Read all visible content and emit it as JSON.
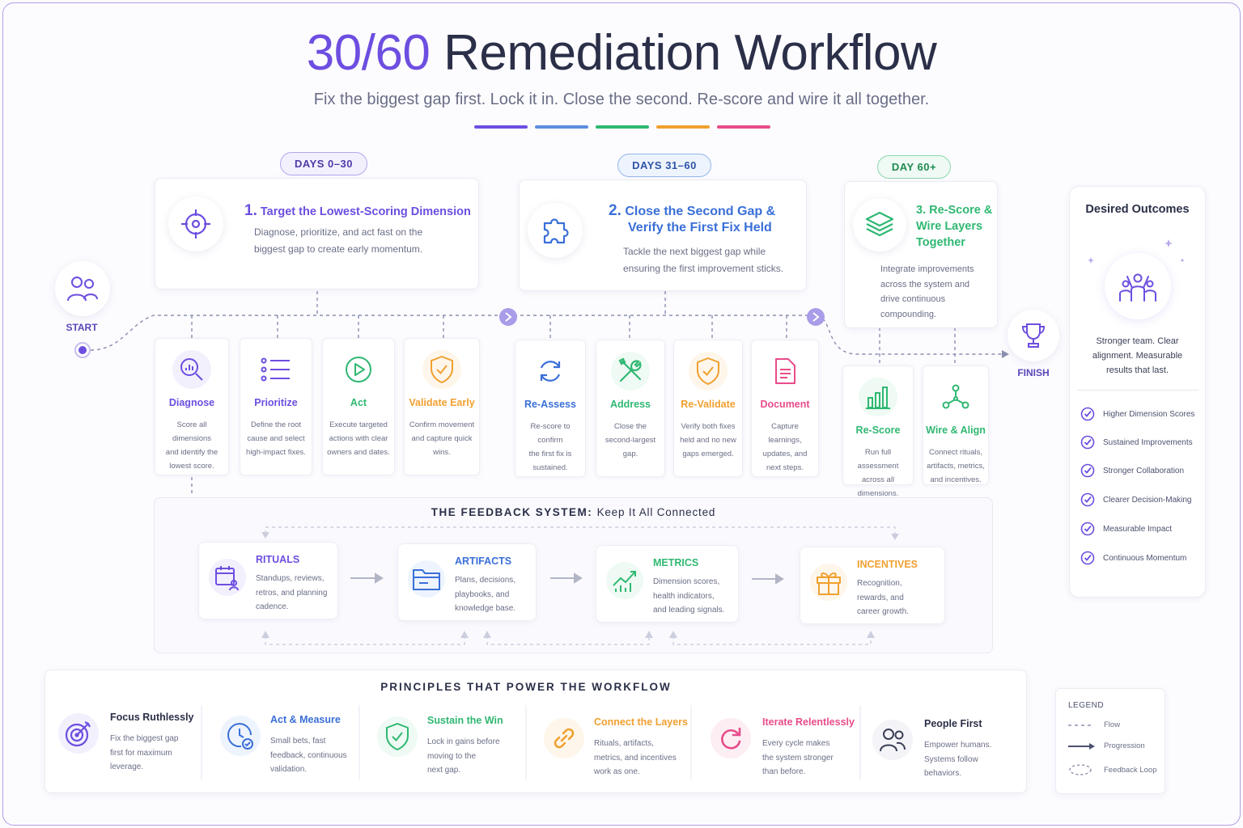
{
  "header": {
    "title_highlight": "30/60",
    "title_rest": "Remediation Workflow",
    "subtitle": "Fix the biggest gap first. Lock it in. Close the second. Re-score and wire it all together.",
    "accent_bars": [
      "#6d4ee0",
      "#5b8ee0",
      "#2fb872",
      "#f0a030",
      "#e84c8a"
    ]
  },
  "flow": {
    "start_label": "START",
    "finish_label": "FINISH"
  },
  "phases": [
    {
      "pill": "DAYS 0–30",
      "num": "1.",
      "title_line1": "Target the Lowest-Scoring Dimension",
      "title_line2": "",
      "desc_line1": "Diagnose, prioritize, and act fast on the",
      "desc_line2": "biggest gap to create early momentum.",
      "desc_line3": "",
      "color": "#6d4ee0",
      "icon": "target-icon"
    },
    {
      "pill": "DAYS 31–60",
      "num": "2.",
      "title_line1": "Close the Second Gap &",
      "title_line2": "Verify the First Fix Held",
      "desc_line1": "Tackle the next biggest gap while",
      "desc_line2": "ensuring the first improvement sticks.",
      "desc_line3": "",
      "color": "#3a6fd8",
      "icon": "puzzle-icon"
    },
    {
      "pill": "DAY 60+",
      "num": "3.",
      "title_line1": "Re-Score &",
      "title_line2": "Wire Layers",
      "title_line3": "Together",
      "desc_line1": "Integrate improvements",
      "desc_line2": "across the system and",
      "desc_line3": "drive continuous",
      "desc_line4": "compounding.",
      "color": "#2fb872",
      "icon": "layers-icon"
    }
  ],
  "steps": [
    {
      "title": "Diagnose",
      "d1": "Score all dimensions",
      "d2": "and identify the",
      "d3": "lowest score.",
      "color": "#6d4ee0",
      "icon": "magnifier-chart-icon"
    },
    {
      "title": "Prioritize",
      "d1": "Define the root",
      "d2": "cause and select",
      "d3": "high-impact fixes.",
      "color": "#6d4ee0",
      "icon": "list-icon"
    },
    {
      "title": "Act",
      "d1": "Execute targeted",
      "d2": "actions with clear",
      "d3": "owners and dates.",
      "color": "#2fb872",
      "icon": "play-icon"
    },
    {
      "title": "Validate Early",
      "d1": "Confirm movement",
      "d2": "and capture quick",
      "d3": "wins.",
      "color": "#f0a030",
      "icon": "shield-check-icon"
    },
    {
      "title": "Re-Assess",
      "d1": "Re-score to confirm",
      "d2": "the first fix is",
      "d3": "sustained.",
      "color": "#3a6fd8",
      "icon": "refresh-icon"
    },
    {
      "title": "Address",
      "d1": "Close the",
      "d2": "second-largest",
      "d3": "gap.",
      "color": "#2fb872",
      "icon": "tools-icon"
    },
    {
      "title": "Re-Validate",
      "d1": "Verify both fixes",
      "d2": "held and no new",
      "d3": "gaps emerged.",
      "color": "#f0a030",
      "icon": "shield-check-icon"
    },
    {
      "title": "Document",
      "d1": "Capture learnings,",
      "d2": "updates, and",
      "d3": "next steps.",
      "color": "#e84c8a",
      "icon": "document-icon"
    },
    {
      "title": "Re-Score",
      "d1": "Run full assessment",
      "d2": "across all",
      "d3": "dimensions.",
      "color": "#2fb872",
      "icon": "bar-chart-icon"
    },
    {
      "title": "Wire & Align",
      "d1": "Connect rituals,",
      "d2": "artifacts, metrics,",
      "d3": "and incentives.",
      "color": "#2fb872",
      "icon": "network-icon"
    }
  ],
  "feedback": {
    "title_bold": "THE FEEDBACK SYSTEM:",
    "title_rest": "Keep It All Connected",
    "items": [
      {
        "title": "RITUALS",
        "d1": "Standups, reviews,",
        "d2": "retros, and planning",
        "d3": "cadence.",
        "color": "#6d4ee0",
        "icon": "calendar-people-icon"
      },
      {
        "title": "ARTIFACTS",
        "d1": "Plans, decisions,",
        "d2": "playbooks, and",
        "d3": "knowledge base.",
        "color": "#3a6fd8",
        "icon": "folder-icon"
      },
      {
        "title": "METRICS",
        "d1": "Dimension scores,",
        "d2": "health indicators,",
        "d3": "and leading signals.",
        "color": "#2fb872",
        "icon": "trend-chart-icon"
      },
      {
        "title": "INCENTIVES",
        "d1": "Recognition,",
        "d2": "rewards, and",
        "d3": "career growth.",
        "color": "#f0a030",
        "icon": "gift-icon"
      }
    ]
  },
  "principles": {
    "title": "PRINCIPLES THAT POWER THE WORKFLOW",
    "items": [
      {
        "title": "Focus Ruthlessly",
        "d1": "Fix the biggest gap",
        "d2": "first for maximum",
        "d3": "leverage.",
        "color": "#6d4ee0",
        "icon": "bullseye-icon"
      },
      {
        "title": "Act & Measure",
        "d1": "Small bets, fast",
        "d2": "feedback, continuous",
        "d3": "validation.",
        "color": "#3a6fd8",
        "icon": "clock-check-icon"
      },
      {
        "title": "Sustain the Win",
        "d1": "Lock in gains before",
        "d2": "moving to the",
        "d3": "next gap.",
        "color": "#2fb872",
        "icon": "shield-icon"
      },
      {
        "title": "Connect the Layers",
        "d1": "Rituals, artifacts,",
        "d2": "metrics, and incentives",
        "d3": "work as one.",
        "color": "#f0a030",
        "icon": "link-icon"
      },
      {
        "title": "Iterate Relentlessly",
        "d1": "Every cycle makes",
        "d2": "the system stronger",
        "d3": "than before.",
        "color": "#e84c8a",
        "icon": "cycle-icon"
      },
      {
        "title": "People First",
        "d1": "Empower humans.",
        "d2": "Systems follow",
        "d3": "behaviors.",
        "color": "#3a3f55",
        "icon": "people-icon"
      }
    ]
  },
  "outcomes": {
    "title": "Desired Outcomes",
    "desc_line1": "Stronger team. Clear",
    "desc_line2": "alignment. Measurable",
    "desc_line3": "results that last.",
    "items": [
      "Higher Dimension Scores",
      "Sustained Improvements",
      "Stronger Collaboration",
      "Clearer Decision-Making",
      "Measurable Impact",
      "Continuous Momentum"
    ]
  },
  "legend": {
    "title": "LEGEND",
    "flow": "Flow",
    "progression": "Progression",
    "feedback": "Feedback Loop"
  }
}
